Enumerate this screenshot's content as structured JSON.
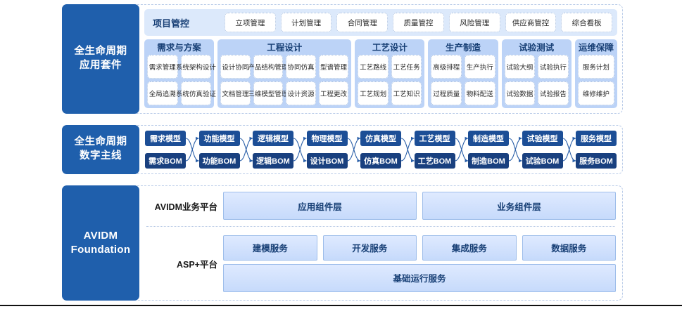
{
  "sections": {
    "apps": {
      "label": "全生命周期\n应用套件",
      "label_line1": "全生命周期",
      "label_line2": "应用套件",
      "pm": {
        "title": "项目管控",
        "chips": [
          "立项管理",
          "计划管理",
          "合同管理",
          "质量管控",
          "风险管理",
          "供应商管控",
          "综合看板"
        ]
      },
      "groups": [
        {
          "title": "需求与方案",
          "flex": 2,
          "rows": [
            [
              "需求管理",
              "系统架构设计"
            ],
            [
              "全局追溯",
              "系统仿真验证"
            ]
          ]
        },
        {
          "title": "工程设计",
          "flex": 4,
          "rows": [
            [
              "设计协同",
              "产品结构管理",
              "协同仿真",
              "型谱管理"
            ],
            [
              "文档管理",
              "三维模型管理",
              "设计资源",
              "工程更改"
            ]
          ]
        },
        {
          "title": "工艺设计",
          "flex": 2,
          "rows": [
            [
              "工艺路线",
              "工艺任务"
            ],
            [
              "工艺规划",
              "工艺知识"
            ]
          ]
        },
        {
          "title": "生产制造",
          "flex": 2,
          "rows": [
            [
              "高级排程",
              "生产执行"
            ],
            [
              "过程质量",
              "物料配送"
            ]
          ]
        },
        {
          "title": "试验测试",
          "flex": 2,
          "rows": [
            [
              "试验大纲",
              "试验执行"
            ],
            [
              "试验数据",
              "试验报告"
            ]
          ]
        },
        {
          "title": "运维保障",
          "flex": 1,
          "rows": [
            [
              "服务计划"
            ],
            [
              "维修维护"
            ]
          ]
        }
      ]
    },
    "thread": {
      "label_line1": "全生命周期",
      "label_line2": "数字主线",
      "columns": [
        {
          "model": "需求模型",
          "bom": "需求BOM"
        },
        {
          "model": "功能模型",
          "bom": "功能BOM"
        },
        {
          "model": "逻辑模型",
          "bom": "逻辑BOM"
        },
        {
          "model": "物理模型",
          "bom": "设计BOM"
        },
        {
          "model": "仿真模型",
          "bom": "仿真BOM"
        },
        {
          "model": "工艺模型",
          "bom": "工艺BOM"
        },
        {
          "model": "制造模型",
          "bom": "制造BOM"
        },
        {
          "model": "试验模型",
          "bom": "试验BOM"
        },
        {
          "model": "服务模型",
          "bom": "服务BOM"
        }
      ]
    },
    "foundation": {
      "label_line1": "AVIDM",
      "label_line2": "Foundation",
      "business_platform": {
        "name": "AVIDM业务平台",
        "boxes": [
          "应用组件层",
          "业务组件层"
        ]
      },
      "asp_platform": {
        "name": "ASP+平台",
        "services": [
          "建模服务",
          "开发服务",
          "集成服务",
          "数据服务"
        ],
        "base": "基础运行服务"
      }
    }
  },
  "colors": {
    "brand_blue": "#1f5fac",
    "deep_blue": "#1c4e96",
    "bom_blue": "#19407f",
    "group_bg": "#bcd3f7",
    "pm_bg": "#dce9fb",
    "title_text": "#173f75",
    "dashed_border": "#b9cbe8"
  }
}
